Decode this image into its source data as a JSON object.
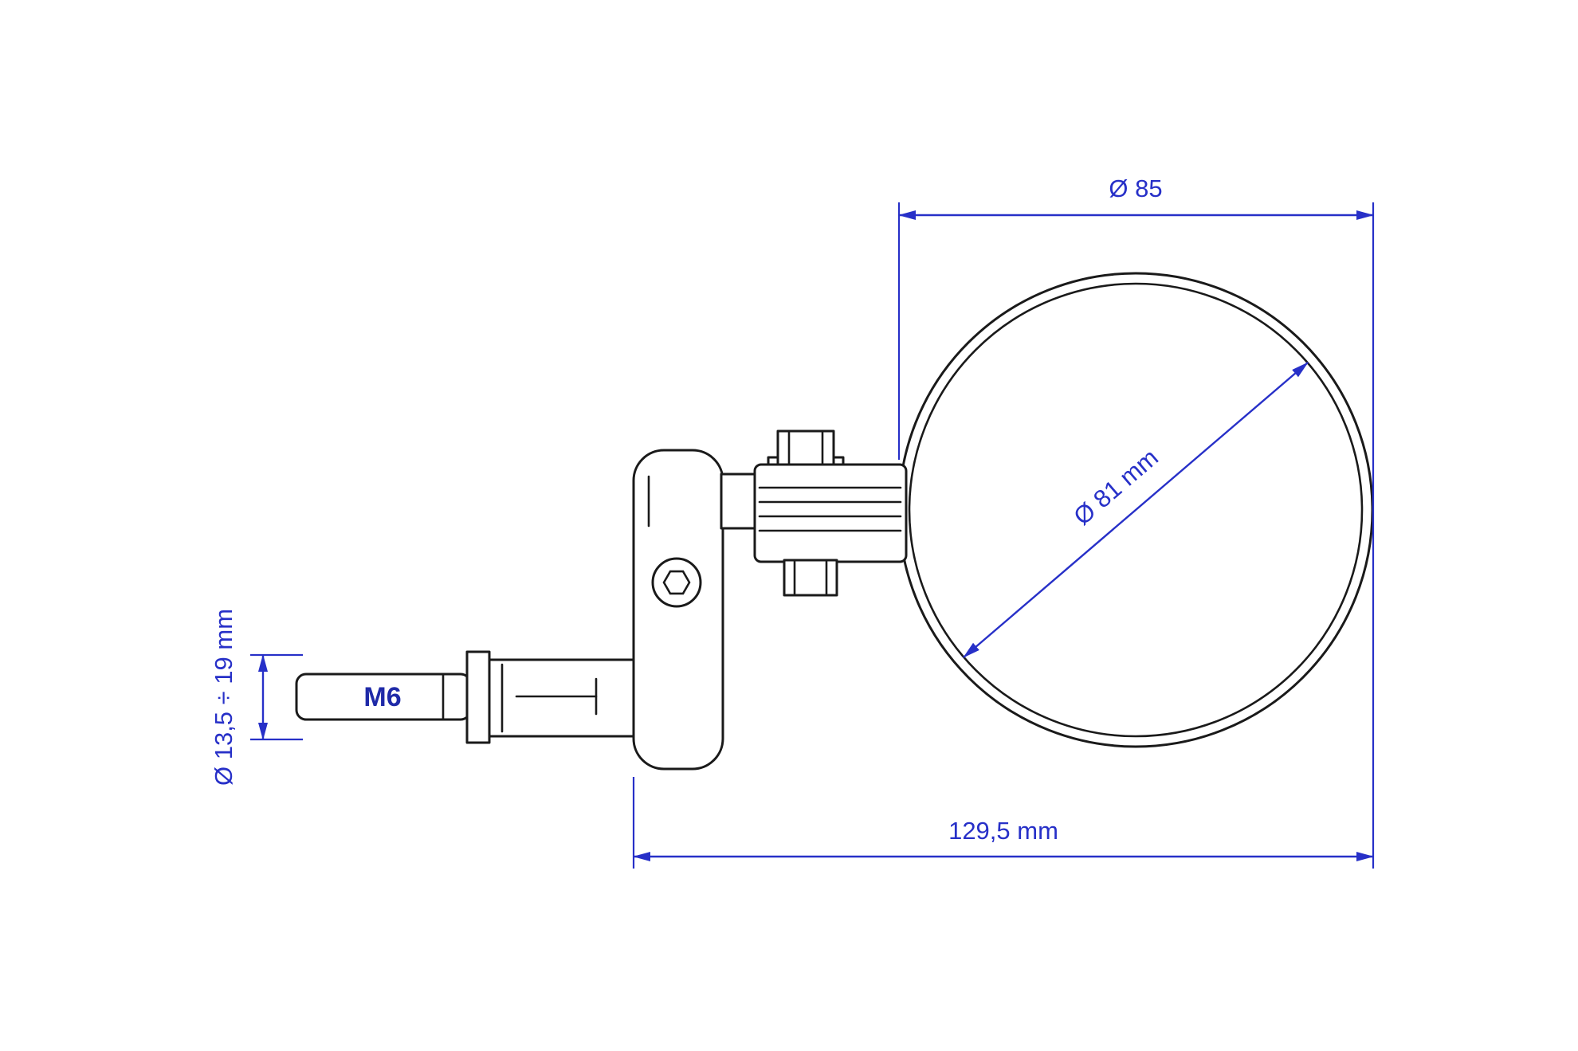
{
  "diagram": {
    "type": "technical-drawing",
    "subject": "Bar-end mirror side view with dimensions",
    "colors": {
      "line_art": "#1a1a1a",
      "dimension": "#2730C8",
      "background": "#ffffff"
    },
    "dimensions": {
      "outer_diameter": "Ø 85",
      "mirror_glass_diameter": "Ø 81 mm",
      "stem_diameter_range": "Ø 13,5 ÷ 19 mm",
      "overall_length": "129,5 mm",
      "thread_label": "M6"
    }
  }
}
